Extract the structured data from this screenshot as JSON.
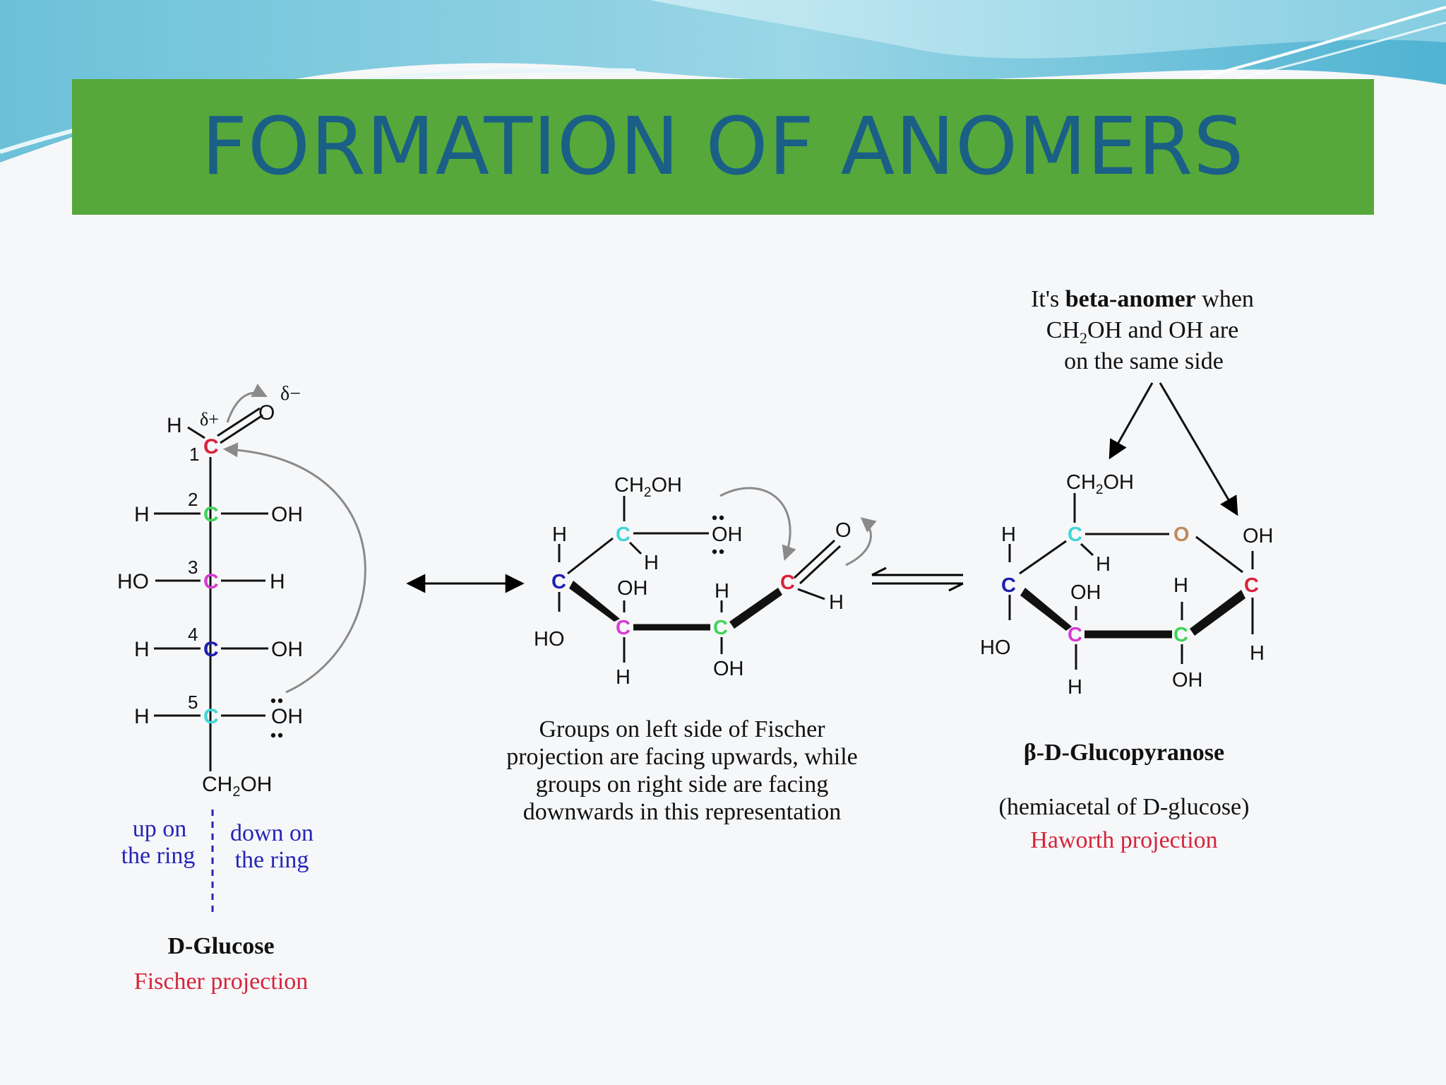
{
  "slide": {
    "title": "FORMATION OF ANOMERS",
    "colors": {
      "title_band": "#56a83a",
      "title_text": "#1a5f86",
      "caption_red": "#d7233b",
      "caption_blue": "#2525b8"
    }
  },
  "fischer": {
    "atoms": {
      "h_top": "H",
      "o_top": "O",
      "delta_plus": "δ+",
      "delta_minus": "δ−",
      "c": "C"
    },
    "numbers": [
      "1",
      "2",
      "3",
      "4",
      "5"
    ],
    "rows": [
      {
        "left": "H",
        "right": "OH"
      },
      {
        "left": "HO",
        "right": "H"
      },
      {
        "left": "H",
        "right": "OH"
      },
      {
        "left": "H",
        "right": "OH"
      }
    ],
    "bottom": "CH",
    "bottom_sub": "2",
    "bottom_tail": "OH",
    "up_on_ring": [
      "up on",
      "the ring"
    ],
    "down_on_ring": [
      "down on",
      "the ring"
    ],
    "name": "D-Glucose",
    "projection": "Fischer projection"
  },
  "middle": {
    "labels": {
      "ch2oh": "CH",
      "sub2": "2",
      "oh_tail": "OH",
      "h": "H",
      "oh": "OH",
      "ho": "HO",
      "o": "O",
      "c": "C"
    },
    "caption": [
      "Groups on left side of Fischer",
      "projection are facing upwards, while",
      "groups on right side are facing",
      "downwards in this representation"
    ]
  },
  "haworth": {
    "note_pre": "It's ",
    "note_bold": "beta-anomer",
    "note_post": " when",
    "note_line2_a": "CH",
    "note_line2_sub": "2",
    "note_line2_b": "OH and OH are",
    "note_line3": "on the same side",
    "name": "β-D-Glucopyranose",
    "hemiacetal": "(hemiacetal of D-glucose)",
    "projection": "Haworth projection"
  }
}
